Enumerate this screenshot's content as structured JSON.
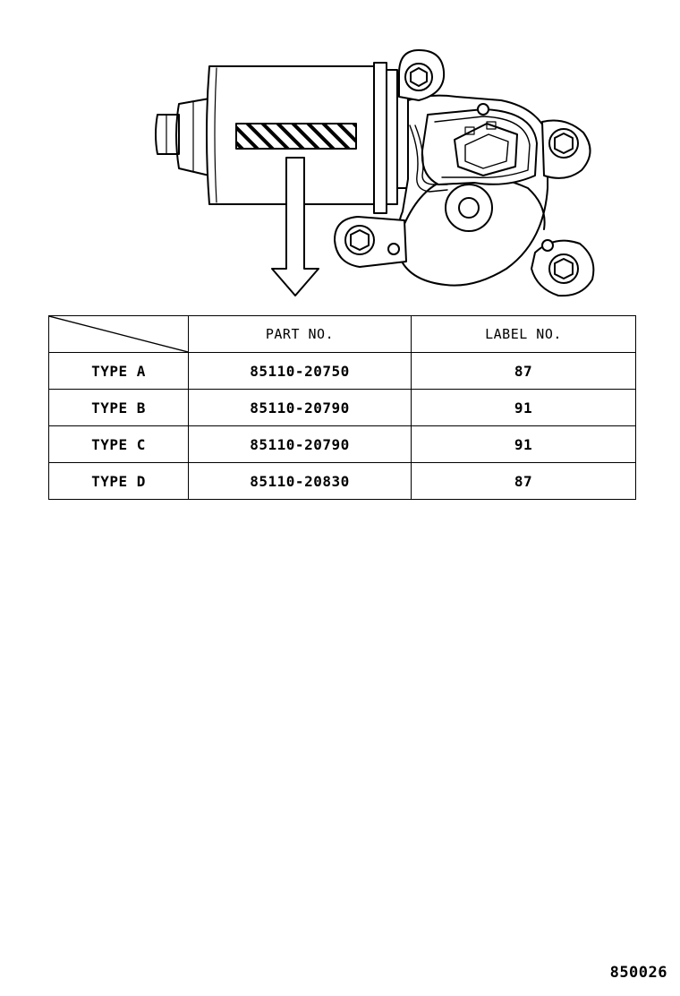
{
  "table": {
    "headers": [
      "",
      "PART NO.",
      "LABEL NO."
    ],
    "rows": [
      {
        "type": "TYPE A",
        "part_no": "85110-20750",
        "label_no": "87"
      },
      {
        "type": "TYPE B",
        "part_no": "85110-20790",
        "label_no": "91"
      },
      {
        "type": "TYPE C",
        "part_no": "85110-20790",
        "label_no": "91"
      },
      {
        "type": "TYPE D",
        "part_no": "85110-20830",
        "label_no": "87"
      }
    ]
  },
  "diagram_code": "850026",
  "colors": {
    "line": "#000000",
    "background": "#ffffff"
  }
}
